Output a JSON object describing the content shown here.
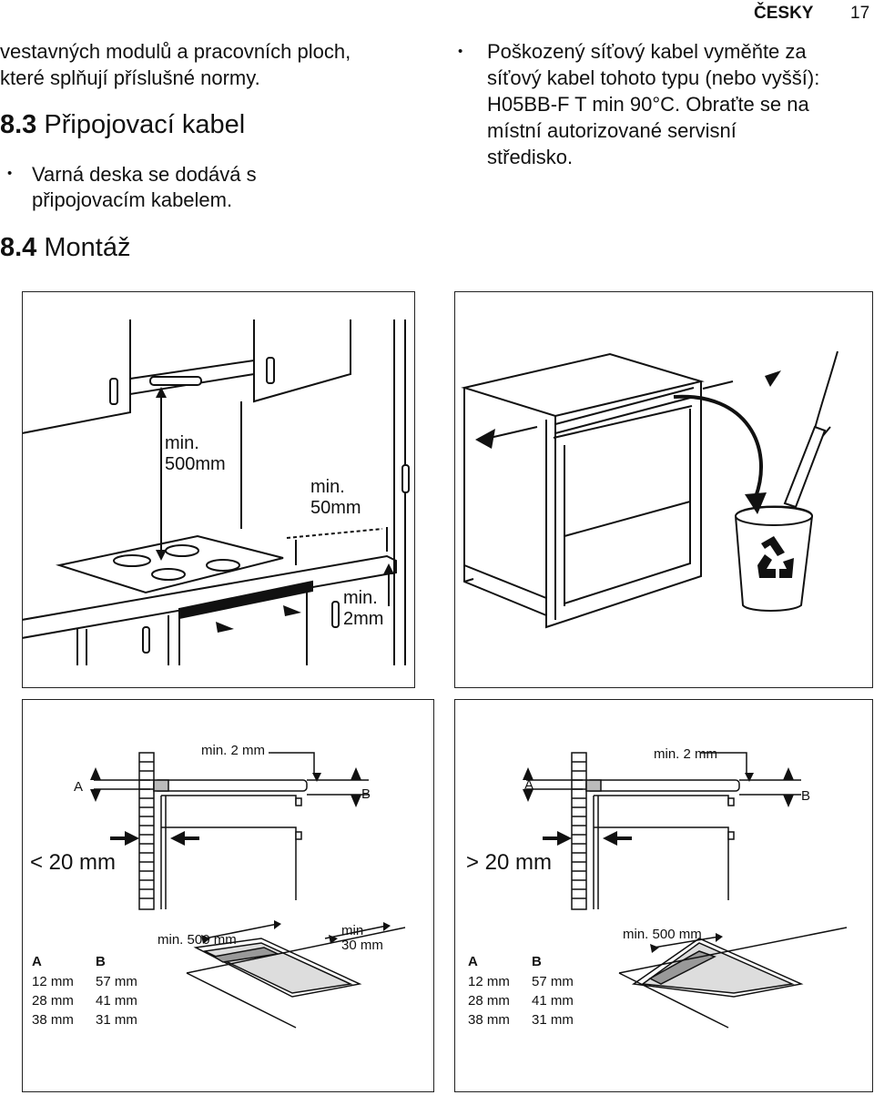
{
  "header": {
    "language": "ČESKY",
    "page_number": "17"
  },
  "left_column": {
    "intro_line1": "vestavných modulů a pracovních ploch,",
    "intro_line2": "které splňují příslušné normy.",
    "section_8_3": {
      "number": "8.3",
      "title": "Připojovací kabel"
    },
    "bullet_1_line1": "Varná deska se dodává s",
    "bullet_1_line2": "připojovacím kabelem."
  },
  "right_column": {
    "bullet_2_line1": "Poškozený síťový kabel vyměňte za",
    "bullet_2_line2": "síťový kabel tohoto typu (nebo vyšší):",
    "bullet_2_line3": "H05BB-F T min 90°C. Obraťte se na",
    "bullet_2_line4": "místní autorizované servisní",
    "bullet_2_line5": "středisko."
  },
  "section_8_4": {
    "number": "8.4",
    "title": "Montáž"
  },
  "figure_top_left": {
    "label_500_1": "min.",
    "label_500_2": "500mm",
    "label_50_1": "min.",
    "label_50_2": "50mm",
    "label_2_1": "min.",
    "label_2_2": "2mm"
  },
  "figure_bottom_left": {
    "min2": "min. 2 mm",
    "a": "A",
    "b": "B",
    "lt20": "< 20 mm",
    "min500": "min. 500 mm",
    "min30_1": "min",
    "min30_2": "30 mm",
    "table": {
      "headers": [
        "A",
        "B"
      ],
      "rows": [
        [
          "12 mm",
          "57 mm"
        ],
        [
          "28 mm",
          "41 mm"
        ],
        [
          "38 mm",
          "31 mm"
        ]
      ]
    }
  },
  "figure_bottom_right": {
    "min2": "min. 2 mm",
    "a": "A",
    "b": "B",
    "gt20": "> 20 mm",
    "min500": "min. 500 mm",
    "table": {
      "headers": [
        "A",
        "B"
      ],
      "rows": [
        [
          "12 mm",
          "57 mm"
        ],
        [
          "28 mm",
          "41 mm"
        ],
        [
          "38 mm",
          "31 mm"
        ]
      ]
    }
  }
}
